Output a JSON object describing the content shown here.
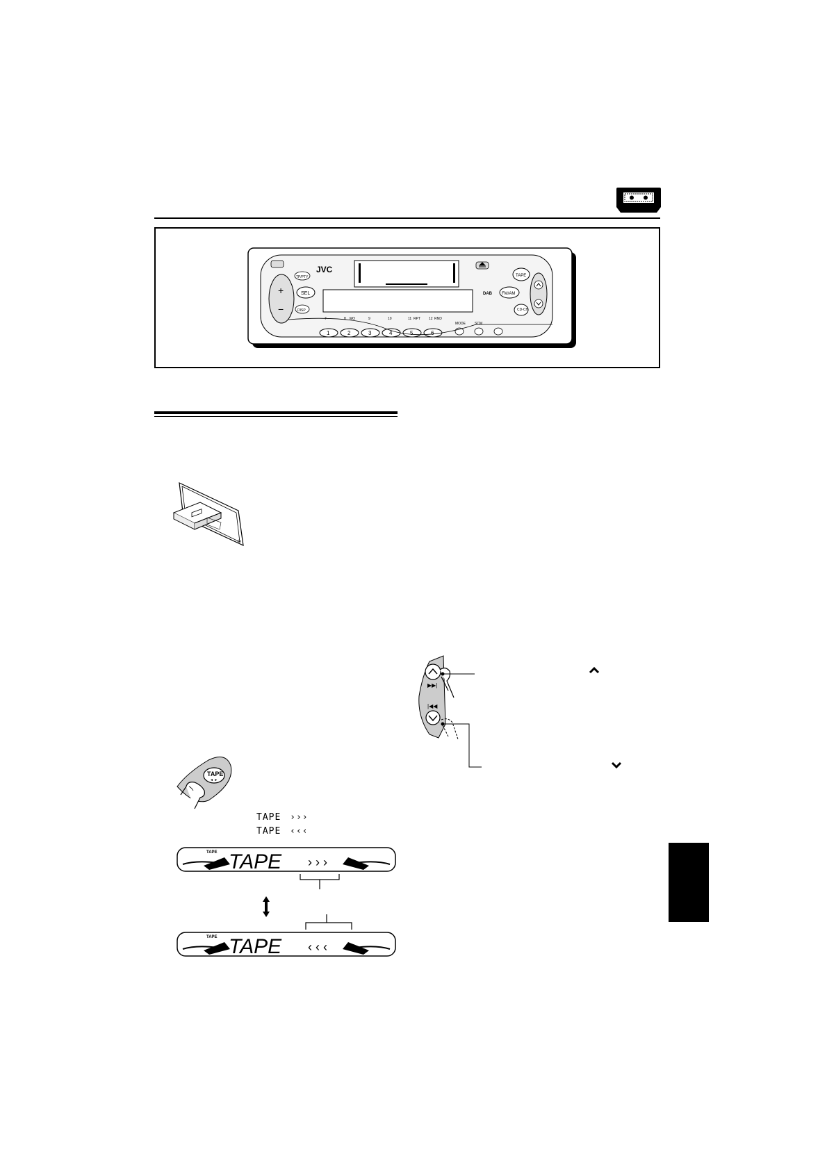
{
  "panel": {
    "brand": "JVC",
    "buttons": {
      "tp_pty": "TP/PTY",
      "sel": "SEL",
      "disp": "DISP",
      "tape": "TAPE",
      "fm_am": "FM/AM",
      "dab": "DAB",
      "cd_ch": "CD-CH",
      "mode": "MODE",
      "scm": "SCM",
      "mo": "MO",
      "rpt": "RPT",
      "rnd": "RND"
    },
    "preset_numbers": [
      "1",
      "2",
      "3",
      "4",
      "5",
      "6"
    ],
    "upper_numbers": [
      "7",
      "8",
      "9",
      "10",
      "11",
      "12"
    ]
  },
  "tape_button": {
    "label": "TAPE"
  },
  "small_displays": [
    {
      "text": "TAPE",
      "arrows": "›››"
    },
    {
      "text": "TAPE",
      "arrows": "‹‹‹"
    }
  ],
  "lcd_displays": [
    {
      "indicator": "TAPE",
      "main": "TAPE",
      "arrows": "› › ›"
    },
    {
      "indicator": "TAPE",
      "main": "TAPE",
      "arrows": "‹ ‹ ‹"
    }
  ],
  "updown_icons": {
    "up": "chevron-up-icon",
    "down": "chevron-down-icon"
  }
}
